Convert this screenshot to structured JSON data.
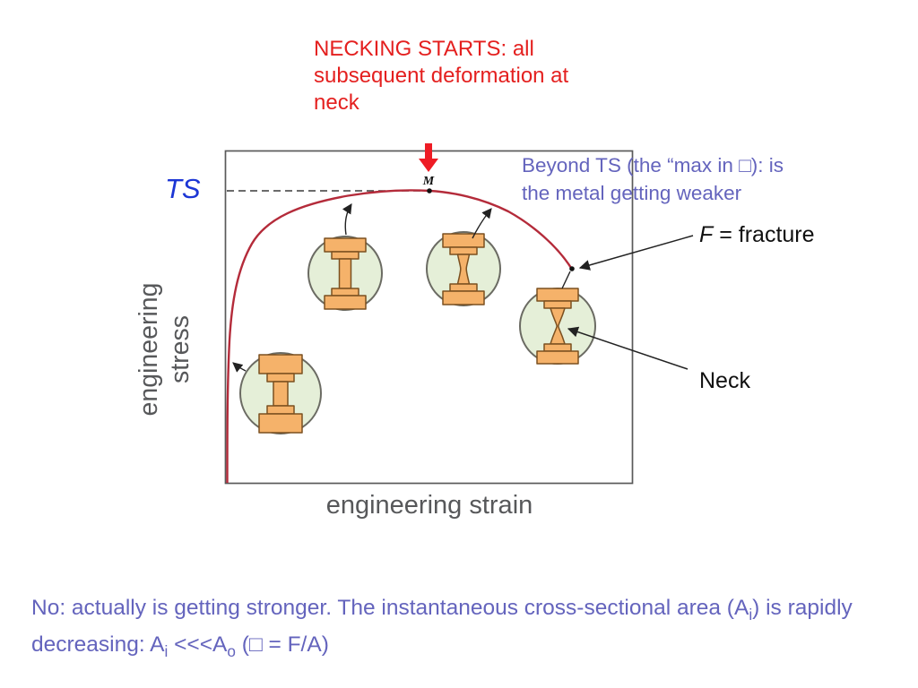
{
  "slide": {
    "heading": {
      "lines": [
        "NECKING STARTS: all",
        "subsequent deformation at",
        "neck"
      ]
    },
    "beyond_note": {
      "lines": [
        "Beyond TS (the “max in □): is",
        "the metal getting weaker"
      ]
    },
    "ts_label": "TS",
    "y_axis_label": {
      "lines": [
        "engineering",
        "stress"
      ]
    },
    "x_axis_label": "engineering strain",
    "max_point_label": "M",
    "fracture_label": {
      "f": "F",
      "rest": " = fracture"
    },
    "neck_label": "Neck",
    "bottom_note": {
      "line1": [
        {
          "t": "No: actually is getting stronger. The instantaneous cross-sectional area (A"
        },
        {
          "sub": "i"
        },
        {
          "t": ") is rapidly"
        }
      ],
      "line2": [
        {
          "t": "decreasing: A"
        },
        {
          "sub": "i"
        },
        {
          "t": " <<<A"
        },
        {
          "sub": "o"
        },
        {
          "t": " (□ = F/A)"
        }
      ]
    }
  },
  "colors": {
    "heading_red": "#e4201f",
    "note_blue": "#6464bd",
    "ts_blue": "#1c36d5",
    "axis_gray": "#57585a",
    "curve_red": "#b42b3a",
    "necking_arrow_red": "#ee1c25",
    "specimen_fill_orange": "#f5b26a",
    "specimen_stroke_brown": "#7b5020",
    "circle_fill_green": "#e5efd8",
    "circle_stroke_gray": "#6b6b63",
    "plot_border_gray": "#5a5a5a",
    "label_black": "#101010"
  }
}
